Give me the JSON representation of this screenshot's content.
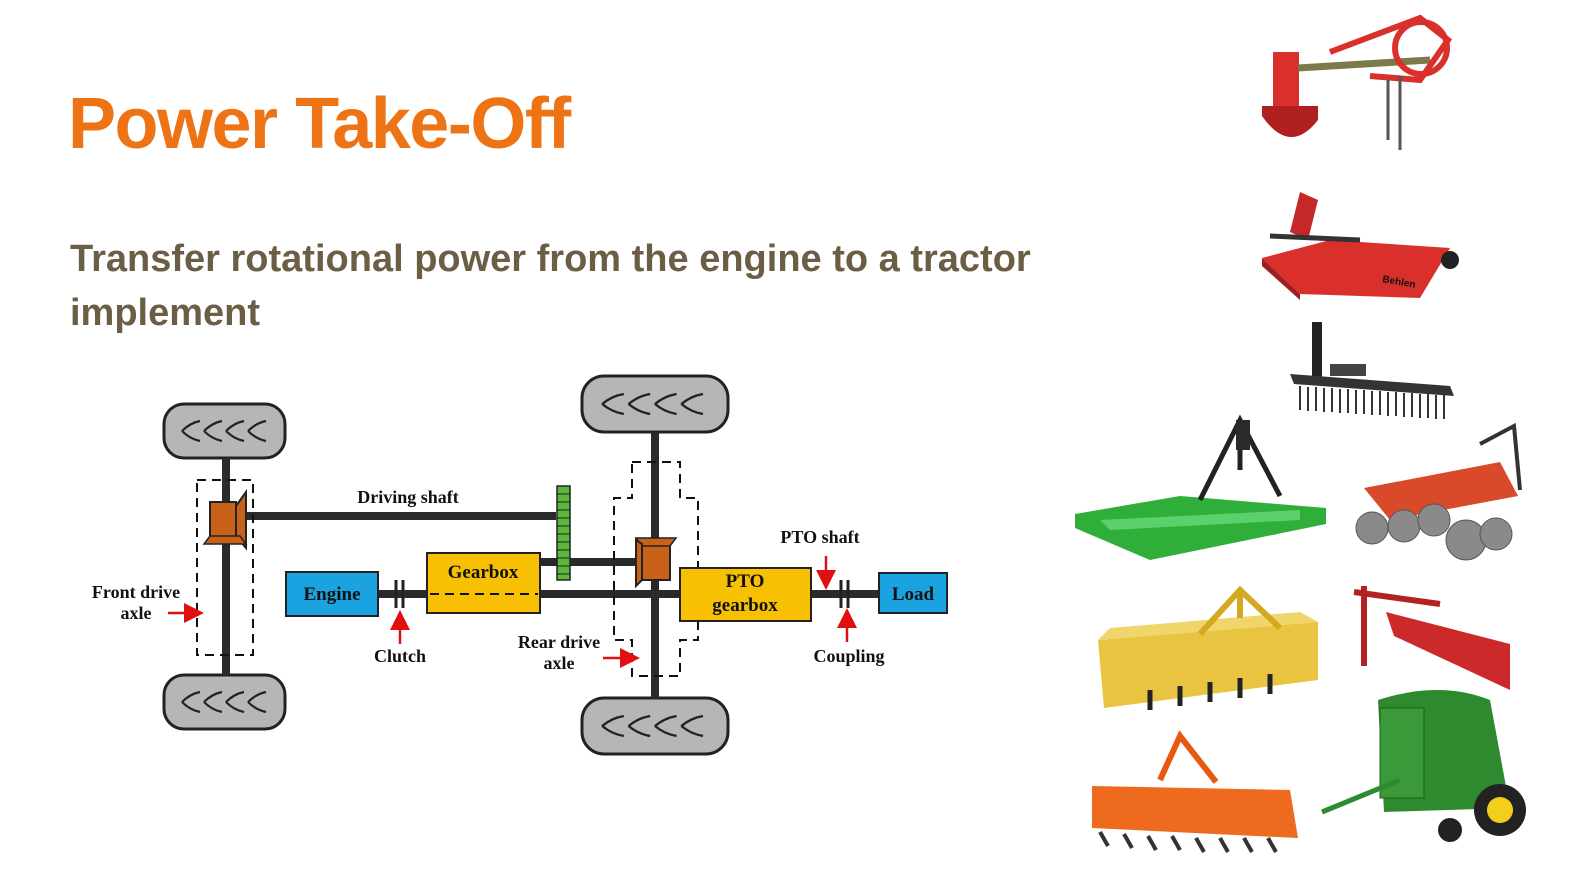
{
  "slide": {
    "title": "Power Take-Off",
    "subtitle": "Transfer rotational power from the engine to a tractor implement"
  },
  "diagram": {
    "labels": {
      "driving_shaft": "Driving shaft",
      "engine": "Engine",
      "gearbox": "Gearbox",
      "pto_gearbox_line1": "PTO",
      "pto_gearbox_line2": "gearbox",
      "load": "Load",
      "pto_shaft": "PTO shaft",
      "clutch": "Clutch",
      "coupling": "Coupling",
      "front_drive_axle_line1": "Front drive",
      "front_drive_axle_line2": "axle",
      "rear_drive_axle_line1": "Rear drive",
      "rear_drive_axle_line2": "axle"
    },
    "colors": {
      "engine": "#1aa3e0",
      "gearbox": "#f7c003",
      "pto_gearbox": "#f7c003",
      "load": "#1aa3e0",
      "bevel_gear": "#c8621a",
      "spur_gear": "#5cb83a",
      "arrow": "#e01010",
      "tire": "#b6b6b6"
    }
  },
  "implements": [
    {
      "name": "post-hole-digger",
      "color": "#d9302b"
    },
    {
      "name": "rotary-cutter",
      "color": "#d9302b"
    },
    {
      "name": "landscape-rake",
      "color": "#222222"
    },
    {
      "name": "land-plane",
      "color": "#2fae3a"
    },
    {
      "name": "disc-harrow",
      "color": "#d94a2b"
    },
    {
      "name": "box-blade",
      "color": "#e8c440"
    },
    {
      "name": "rear-blade",
      "color": "#cc2a2a"
    },
    {
      "name": "rotary-tiller",
      "color": "#ee6a1e"
    },
    {
      "name": "round-baler",
      "color": "#2e8a2e"
    }
  ]
}
